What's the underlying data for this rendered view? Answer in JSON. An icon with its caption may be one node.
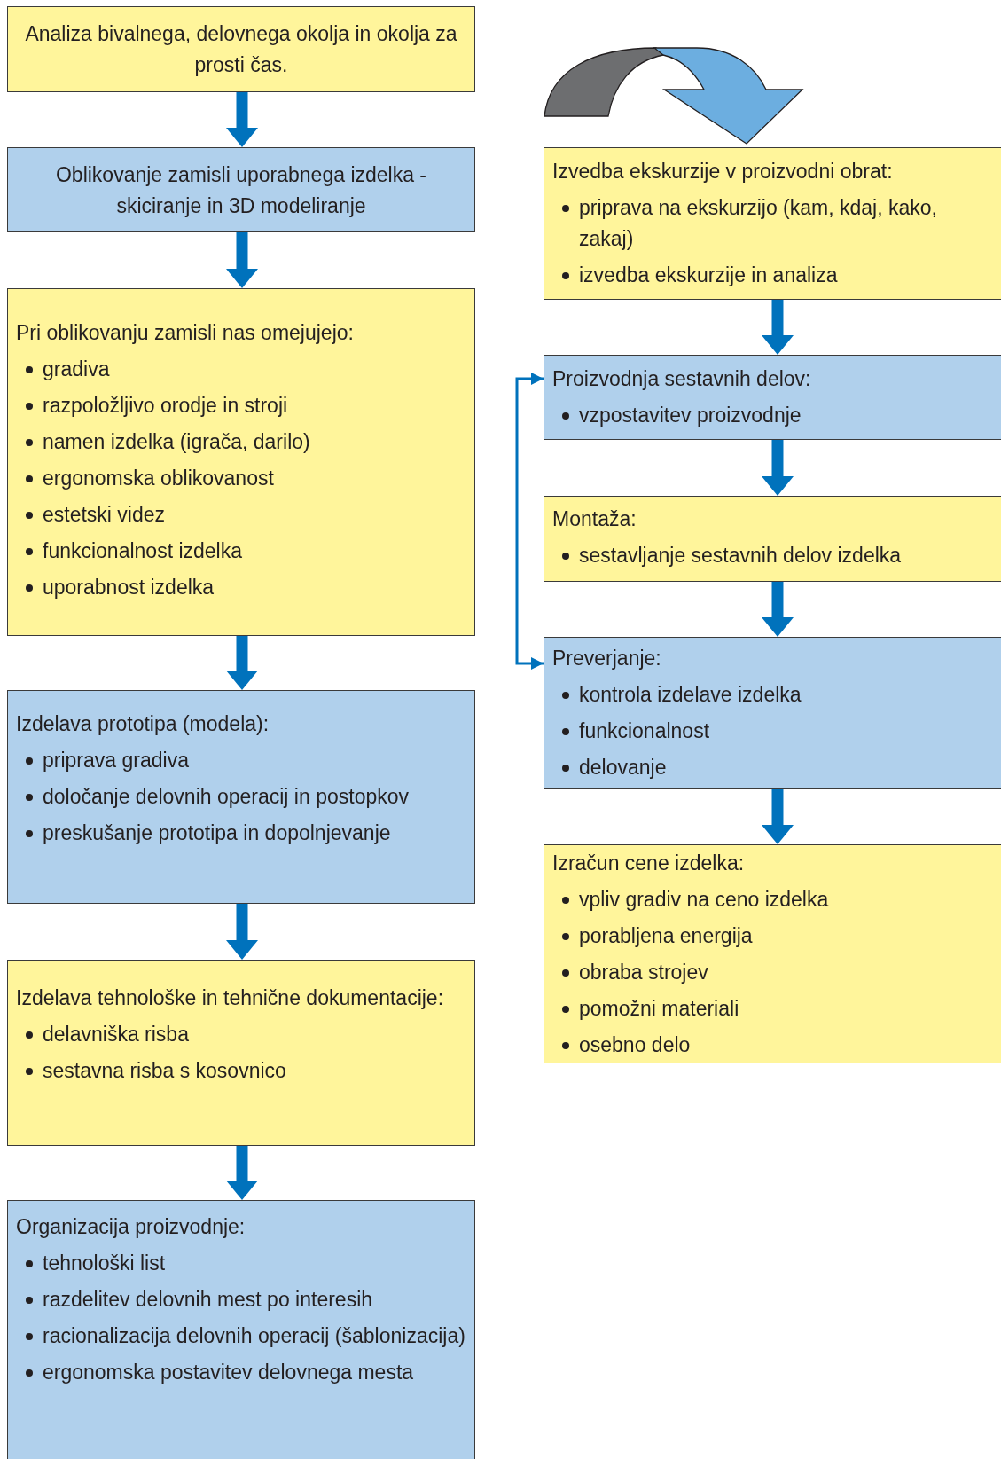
{
  "diagram": {
    "nodes": [
      {
        "text": [
          "Analiza bivalnega, delovnega okolja in okolja za prosti čas."
        ]
      },
      {
        "text": [
          "Oblikovanje zamisli uporabnega izdelka - skiciranje in 3D modeliranje"
        ]
      },
      {
        "text": [
          "Pri oblikovanju zamisli nas  omejujejo:",
          "gradiva",
          "razpoložljivo orodje in stroji",
          "namen izdelka (igrača, darilo)",
          "ergonomska oblikovanost",
          "estetski videz",
          "funkcionalnost izdelka",
          "uporabnost izdelka"
        ]
      },
      {
        "text": [
          "Izdelava prototipa (modela):",
          "priprava gradiva",
          "določanje delovnih operacij in postopkov",
          "preskušanje prototipa in dopolnjevanje"
        ]
      },
      {
        "text": [
          "Izdelava tehnološke in tehnične dokumentacije:",
          "delavniška risba",
          "sestavna risba s kosovnico"
        ]
      },
      {
        "text": [
          "Organizacija proizvodnje:",
          "tehnološki list",
          "razdelitev delovnih mest po interesih",
          "racionalizacija delovnih operacij (šablonizacija)",
          "ergonomska postavitev delovnega mesta"
        ]
      },
      {
        "text": [
          "Izvedba ekskurzije v proizvodni obrat:",
          "priprava na ekskurzijo (kam, kdaj, kako, zakaj)",
          "izvedba ekskurzije in analiza"
        ]
      },
      {
        "text": [
          "Proizvodnja sestavnih delov:",
          "vzpostavitev proizvodnje"
        ]
      },
      {
        "text": [
          "Montaža:",
          "sestavljanje sestavnih delov izdelka"
        ]
      },
      {
        "text": [
          "Preverjanje:",
          "kontrola izdelave izdelka",
          "funkcionalnost",
          "delovanje"
        ]
      },
      {
        "text": [
          "Izračun cene izdelka:",
          "vpliv gradiv na ceno izdelka",
          "porabljena energija",
          "obraba strojev",
          "pomožni materiali",
          "osebno delo"
        ]
      }
    ],
    "edges": [
      {
        "from": 0,
        "to": 1,
        "arrow": "to"
      },
      {
        "from": 1,
        "to": 2,
        "arrow": "to"
      },
      {
        "from": 2,
        "to": 3,
        "arrow": "to"
      },
      {
        "from": 3,
        "to": 4,
        "arrow": "to"
      },
      {
        "from": 4,
        "to": 5,
        "arrow": "to"
      },
      {
        "from": 6,
        "to": 7,
        "arrow": "to"
      },
      {
        "from": 7,
        "to": 8,
        "arrow": "to"
      },
      {
        "from": 8,
        "to": 9,
        "arrow": "to"
      },
      {
        "from": 9,
        "to": 10,
        "arrow": "to"
      },
      {
        "from": null,
        "to": 6,
        "arrow": "to",
        "style": "thick"
      },
      {
        "from": 9,
        "to": 7,
        "arrow": "both"
      }
    ]
  }
}
